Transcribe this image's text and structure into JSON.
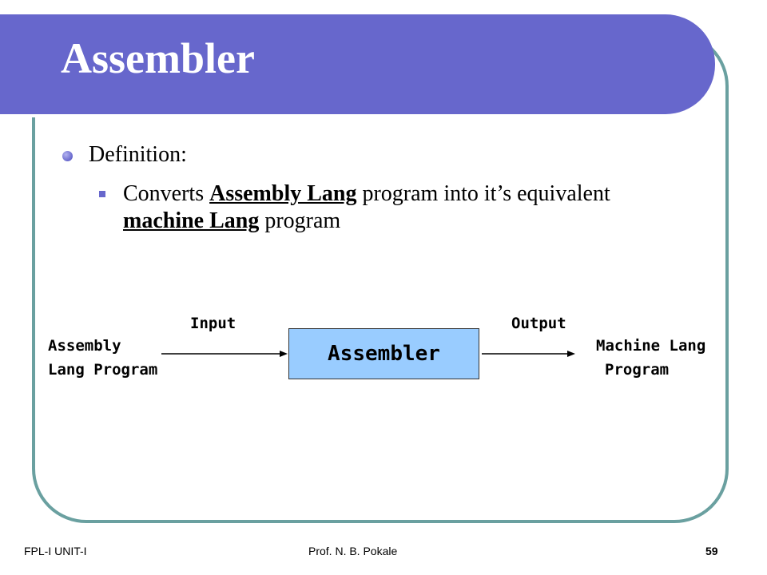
{
  "slide": {
    "title": "Assembler",
    "bullet": "Definition:",
    "sub_bullet": {
      "before": "Converts ",
      "term1": "Assembly Lang",
      "middle": " program into it’s equivalent ",
      "term2": "machine Lang",
      "after": " program"
    }
  },
  "diagram": {
    "input_label": "Input",
    "output_label": "Output",
    "source_line1": "Assembly",
    "source_line2": "Lang Program",
    "box_label": "Assembler",
    "target_line1": "Machine Lang",
    "target_line2": "Program"
  },
  "footer": {
    "course": "FPL-I  UNIT-I",
    "author": "Prof. N. B. Pokale",
    "page_number": "59"
  },
  "colors": {
    "title_band": "#6767cc",
    "frame_border": "#6aa0a0",
    "box_fill": "#99ccff",
    "bullet": "#6767cc"
  }
}
